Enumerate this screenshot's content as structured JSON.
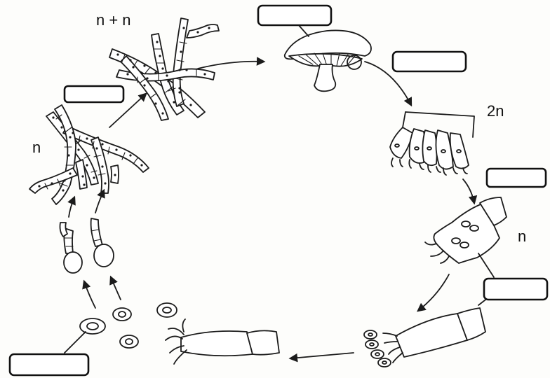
{
  "labels": {
    "dikaryon": "n + n",
    "diploid": "2n",
    "haploid_spores": "n",
    "haploid_mycelium": "n"
  },
  "answer_boxes": [
    {
      "id": "box-mushroom",
      "text": ""
    },
    {
      "id": "box-gills",
      "text": ""
    },
    {
      "id": "box-primary-mycelium",
      "text": ""
    },
    {
      "id": "box-basidium",
      "text": ""
    },
    {
      "id": "box-basidiospores",
      "text": ""
    },
    {
      "id": "box-spore",
      "text": ""
    }
  ]
}
